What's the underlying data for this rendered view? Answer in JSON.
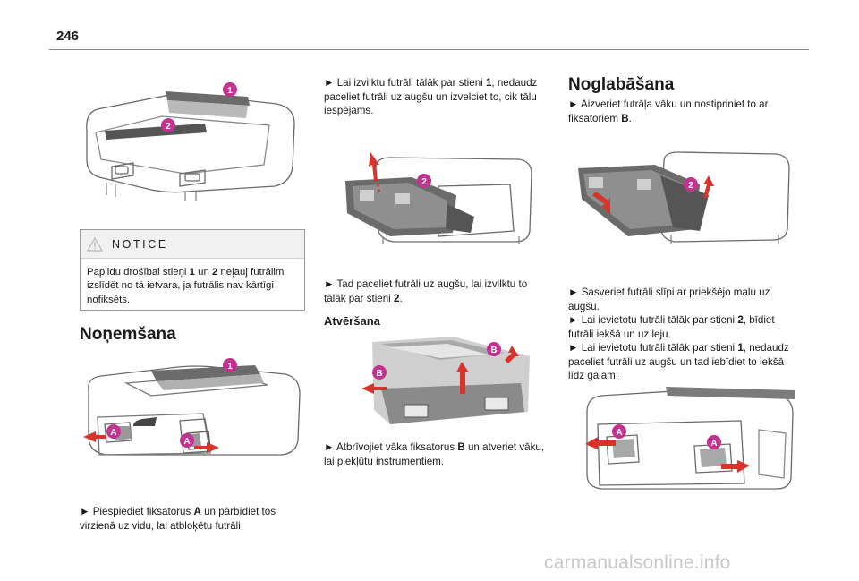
{
  "page": {
    "number": "246"
  },
  "col1": {
    "notice": {
      "title": "NOTICE",
      "body_html": "Papildu drošībai stieņi <b>1</b> un <b>2</b> neļauj futrālim izslīdēt no tā ietvara, ja futrālis nav kārtīgi nofiksēts."
    },
    "section_title": "Noņemšana",
    "step_html": "► Piespiediet fiksatorus <b>A</b> un pārbīdiet tos virzienā uz vidu, lai atbloķētu futrāli."
  },
  "col2": {
    "step1_html": "► Lai izvilktu futrāli tālāk par stieni <b>1</b>, nedaudz paceliet futrāli uz augšu un izvelciet to, cik tālu iespējams.",
    "step2_html": "► Tad paceliet futrāli uz augšu, lai izvilktu to tālāk par stieni <b>2</b>.",
    "subheading": "Atvēršana",
    "step3_html": "► Atbrīvojiet vāka fiksatorus <b>B</b> un atveriet vāku, lai piekļūtu instrumentiem."
  },
  "col3": {
    "section_title": "Noglabāšana",
    "step1_html": "► Aizveriet futrāļa vāku un nostipriniet to ar fiksatoriem <b>B</b>.",
    "steps_html": "► Sasveriet futrāli slīpi ar priekšējo malu uz augšu.<br>► Lai ievietotu futrāli tālāk par stieni <b>2</b>, bīdiet futrāli iekšā un uz leju.<br>► Lai ievietotu futrāli tālāk par stieni <b>1</b>, nedaudz paceliet futrāli uz augšu un tad iebīdiet to iekšā līdz galam."
  },
  "figure_labels": {
    "bar1": "1",
    "bar2": "2",
    "latch_a": "A",
    "latch_b": "B"
  },
  "watermark": "carmanualsonline.info",
  "colors": {
    "accent": "#c2338f",
    "arrow": "#d9342b",
    "line": "#555555"
  }
}
